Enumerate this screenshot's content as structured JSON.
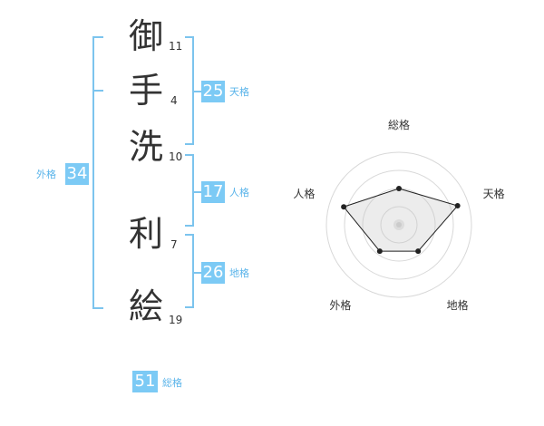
{
  "name_chars": [
    {
      "char": "御",
      "strokes": "11"
    },
    {
      "char": "手",
      "strokes": "4"
    },
    {
      "char": "洗",
      "strokes": "10"
    },
    {
      "char": "利",
      "strokes": "7"
    },
    {
      "char": "絵",
      "strokes": "19"
    }
  ],
  "formats": {
    "tenkaku": {
      "value": "25",
      "label": "天格"
    },
    "jinkaku": {
      "value": "17",
      "label": "人格"
    },
    "chikaku": {
      "value": "26",
      "label": "地格"
    },
    "gaikaku": {
      "value": "34",
      "label": "外格"
    },
    "soukaku": {
      "value": "51",
      "label": "総格"
    }
  },
  "colors": {
    "accent": "#7ccaf5",
    "label_blue": "#5ab4ea",
    "bracket": "#7cc4ee"
  },
  "chart_data": {
    "type": "radar",
    "axes": [
      "総格",
      "天格",
      "地格",
      "外格",
      "人格"
    ],
    "levels": 4,
    "values": [
      0.5,
      0.85,
      0.45,
      0.45,
      0.8
    ]
  }
}
